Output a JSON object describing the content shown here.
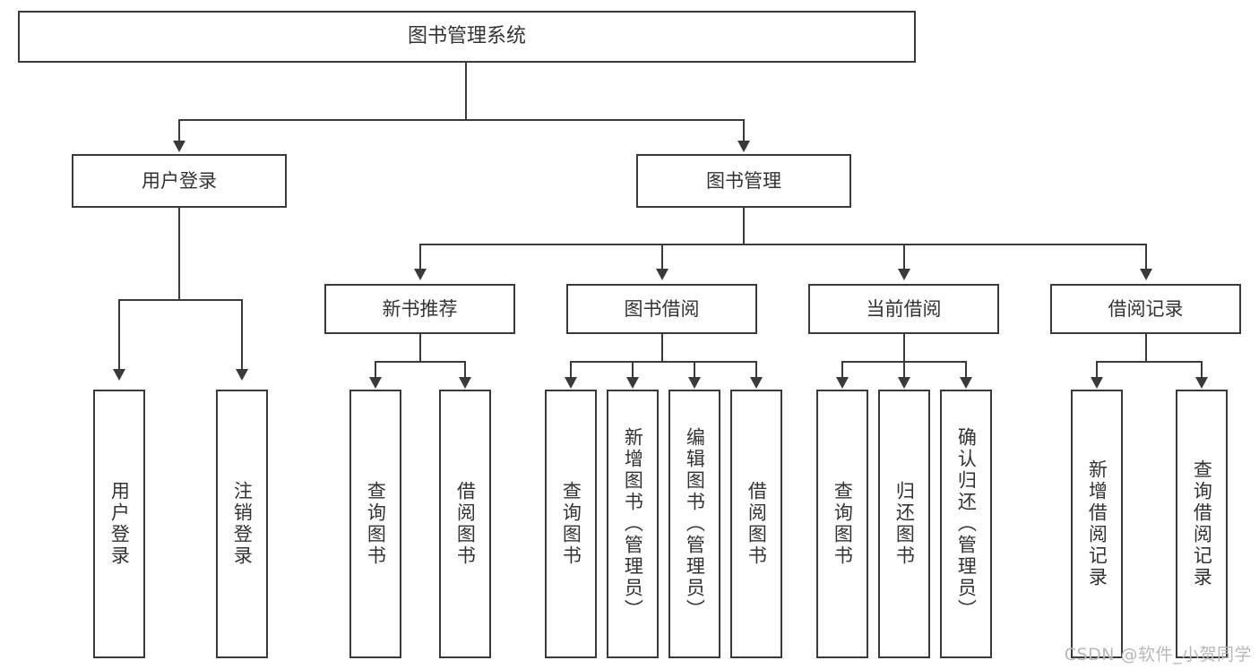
{
  "diagram": {
    "title": "图书管理系统",
    "type": "tree",
    "root": {
      "label": "图书管理系统"
    },
    "level2": [
      {
        "label": "用户登录"
      },
      {
        "label": "图书管理"
      }
    ],
    "level3": [
      {
        "label": "新书推荐"
      },
      {
        "label": "图书借阅"
      },
      {
        "label": "当前借阅"
      },
      {
        "label": "借阅记录"
      }
    ],
    "leaves": {
      "user_login": [
        {
          "label": "用户登录"
        },
        {
          "label": "注销登录"
        }
      ],
      "new_book_recommend": [
        {
          "label": "查询图书"
        },
        {
          "label": "借阅图书"
        }
      ],
      "book_borrow": [
        {
          "label": "查询图书"
        },
        {
          "label": "新增图书（管理员）"
        },
        {
          "label": "编辑图书（管理员）"
        },
        {
          "label": "借阅图书"
        }
      ],
      "current_borrow": [
        {
          "label": "查询图书"
        },
        {
          "label": "归还图书"
        },
        {
          "label": "确认归还（管理员）"
        }
      ],
      "borrow_record": [
        {
          "label": "新增借阅记录"
        },
        {
          "label": "查询借阅记录"
        }
      ]
    }
  },
  "watermark": {
    "text": "CSDN @软件_小贺同学"
  },
  "colors": {
    "stroke": "#3a3a3a",
    "text": "#333333",
    "background": "#ffffff",
    "watermark": "#b8b8b8"
  }
}
